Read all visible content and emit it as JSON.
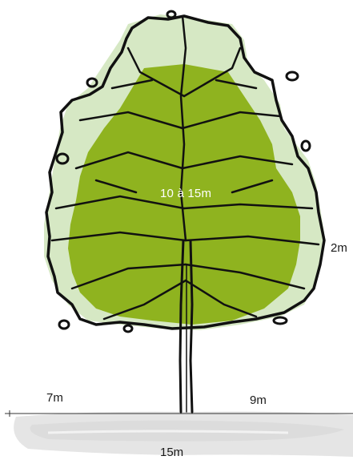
{
  "labels": {
    "tree_height": "10 à 15m",
    "right_measure": "2m",
    "left_spread": "7m",
    "right_spread": "9m",
    "total_spread": "15m"
  },
  "colors": {
    "canopy_light": "#d6e8c4",
    "canopy_dark": "#8fb31f",
    "outline": "#111111",
    "ground_shadow": "#e3e3e3"
  }
}
